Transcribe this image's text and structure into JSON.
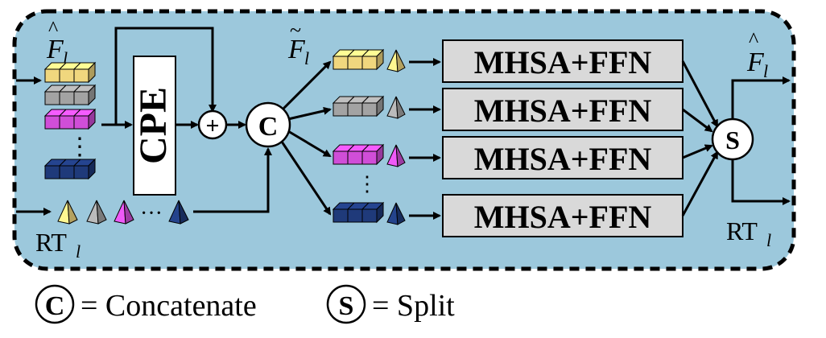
{
  "labels": {
    "f_in_main": "F",
    "f_in_sub": "l",
    "f_tilde_main": "F",
    "f_tilde_sub": "l",
    "f_out_main": "F",
    "f_out_sub": "l",
    "rt_in_main": "RT",
    "rt_in_sub": "l",
    "rt_out_main": "RT",
    "rt_out_sub": "l"
  },
  "blocks": {
    "cpe": "CPE",
    "plus": "+",
    "concat_symbol": "C",
    "split_symbol": "S",
    "mhsa": [
      "MHSA+FFN",
      "MHSA+FFN",
      "MHSA+FFN",
      "MHSA+FFN"
    ],
    "ellipsis_left": "⋮",
    "ellipsis_mid": "⋮",
    "ellipsis_rt": "···"
  },
  "legend": {
    "concat_symbol": "C",
    "concat_text": "= Concatenate",
    "split_symbol": "S",
    "split_text": "= Split"
  },
  "colors": {
    "panel": "#9cc8dc",
    "yellow": "#f0d77e",
    "gray": "#a3a3a3",
    "magenta": "#d04ed8",
    "navy": "#1f3a7a",
    "mhsa_box": "#d9d9d9"
  }
}
